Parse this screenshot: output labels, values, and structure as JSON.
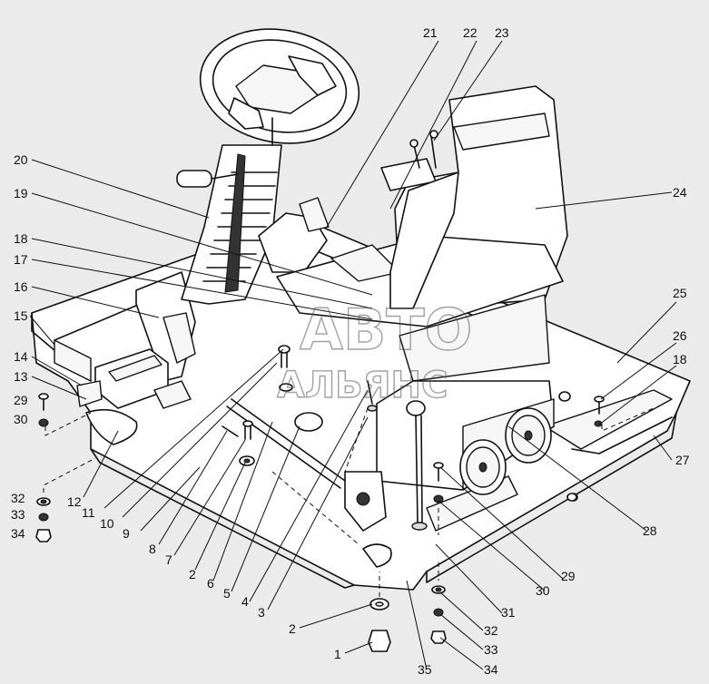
{
  "callouts": [
    "1",
    "2",
    "2",
    "3",
    "4",
    "5",
    "6",
    "7",
    "8",
    "9",
    "10",
    "11",
    "12",
    "13",
    "14",
    "15",
    "16",
    "17",
    "18",
    "18",
    "19",
    "20",
    "21",
    "22",
    "23",
    "24",
    "25",
    "26",
    "27",
    "28",
    "29",
    "29",
    "30",
    "30",
    "31",
    "32",
    "32",
    "33",
    "33",
    "34",
    "34",
    "35"
  ],
  "watermark": {
    "line1": "АВТО",
    "line2": "АЛЬЯНС"
  }
}
